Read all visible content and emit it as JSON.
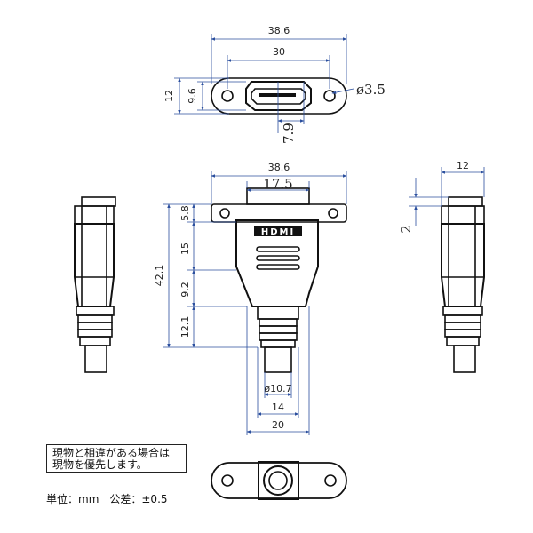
{
  "dimensions": {
    "top_overall_width": "38.6",
    "top_hole_spacing": "30",
    "top_height": "12",
    "top_port_height": "9.6",
    "hole_diameter": "ø3.5",
    "port_offset": "7.9",
    "front_overall_width": "38.6",
    "front_neck_width": "17.5",
    "front_flange_height": "5.8",
    "front_body_height": "15",
    "front_taper_height": "9.2",
    "front_tail_height": "12.1",
    "front_total_height": "42.1",
    "cable_diameter": "ø10.7",
    "boot_width": "14",
    "body_width": "20",
    "side_width": "12",
    "side_offset": "2"
  },
  "logo": "HDMI",
  "notes": {
    "disclaimer_line1": "現物と相違がある場合は",
    "disclaimer_line2": "現物を優先します。",
    "unit_line": "単位：mm　公差：±0.5"
  }
}
